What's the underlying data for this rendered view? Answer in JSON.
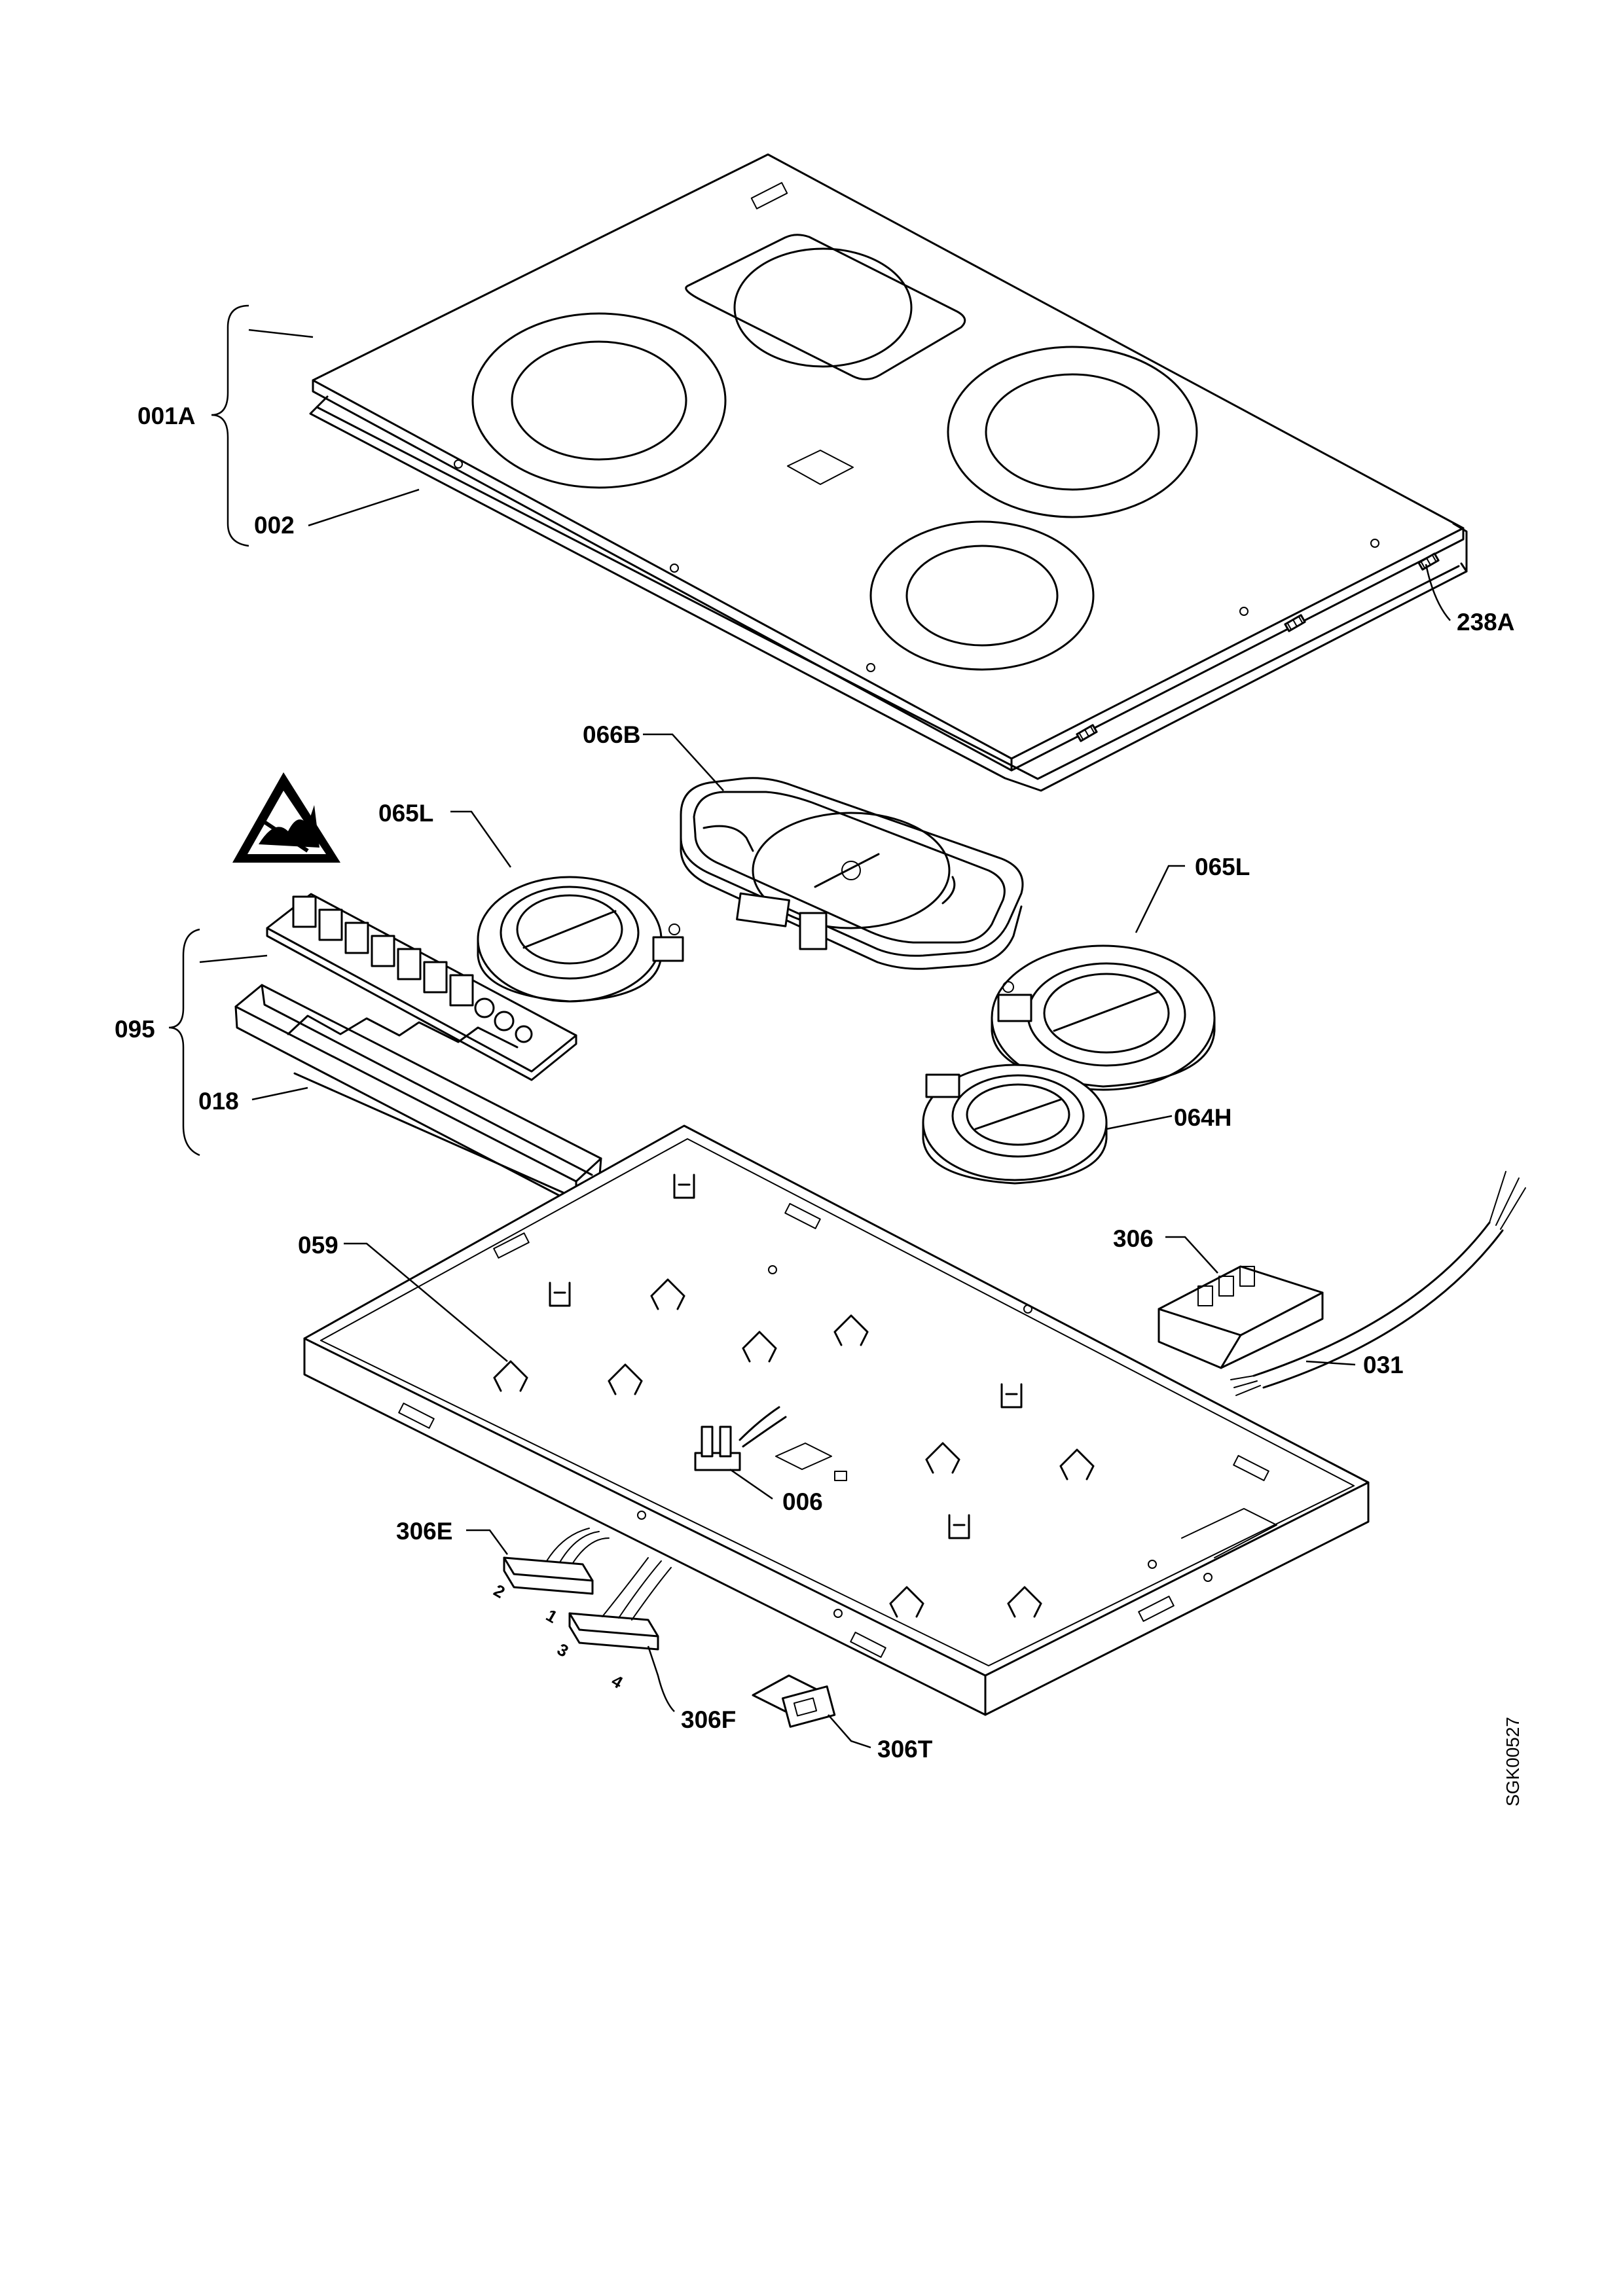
{
  "drawing_code": "SGK00527",
  "part_labels": {
    "p001A": "001A",
    "p002": "002",
    "p238A": "238A",
    "p066B": "066B",
    "p065L_left": "065L",
    "p065L_right": "065L",
    "p064H": "064H",
    "p095": "095",
    "p018": "018",
    "p059": "059",
    "p306": "306",
    "p031": "031",
    "p006": "006",
    "p306E": "306E",
    "p306F": "306F",
    "p306T": "306T"
  },
  "connector_pins": {
    "pin1": "1",
    "pin2": "2",
    "pin3": "3",
    "pin4": "4"
  },
  "icons": {
    "esd_warning": "esd-warning-icon"
  }
}
